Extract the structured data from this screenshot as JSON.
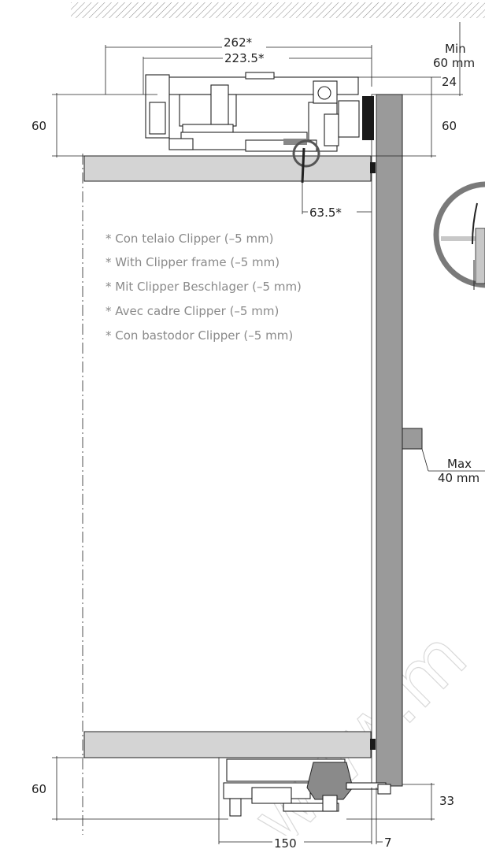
{
  "dimensions": {
    "width_262": "262*",
    "width_223": "223.5*",
    "min_label": "Min",
    "min_value": "60 mm",
    "gap_24": "24",
    "left_60_top": "60",
    "right_60_top": "60",
    "offset_63": "63.5*",
    "max_label": "Max",
    "max_value": "40 mm",
    "left_60_bottom": "60",
    "right_33": "33",
    "bottom_150": "150",
    "bottom_7": "7"
  },
  "notes": [
    "* Con telaio Clipper (–5 mm)",
    "* With Clipper frame (–5 mm)",
    "* Mit Clipper Beschlager (–5 mm)",
    "* Avec cadre Clipper (–5 mm)",
    "* Con bastodor Clipper (–5 mm)"
  ],
  "watermark": "www.m",
  "colors": {
    "line": "#222222",
    "panel_fill": "#d4d4d4",
    "door_fill": "#9a9a9a",
    "note_text": "#8a8a8a",
    "watermark": "#d9d9d9"
  }
}
